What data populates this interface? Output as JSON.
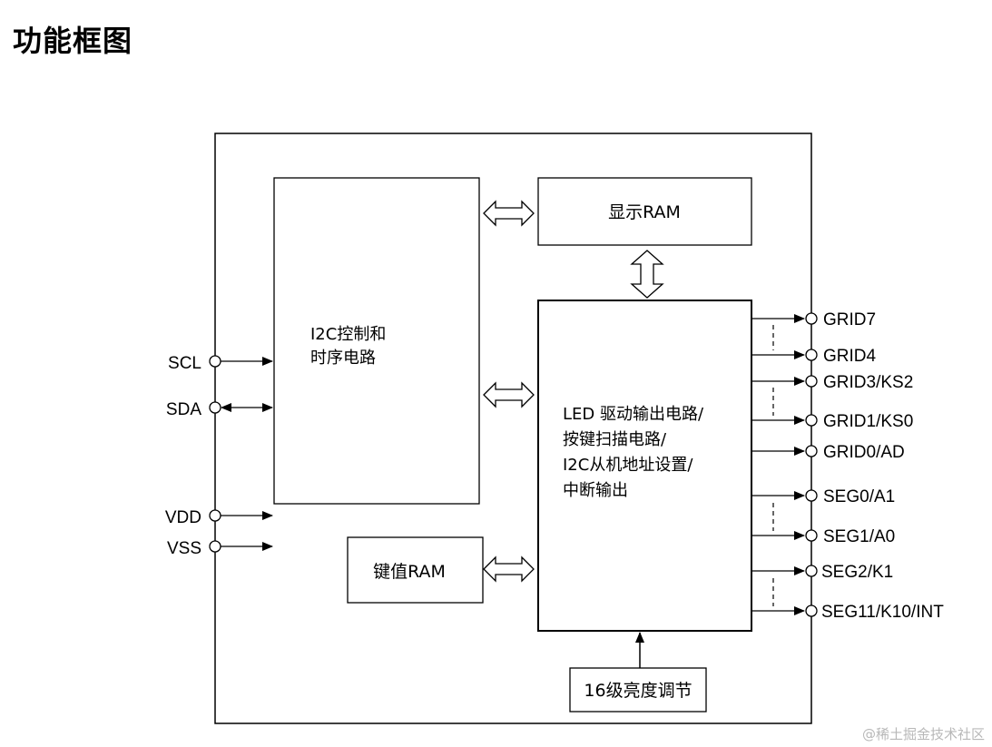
{
  "title": "功能框图",
  "blocks": {
    "i2c_ctrl": [
      "I2C控制和",
      "时序电路"
    ],
    "display_ram": "显示RAM",
    "led_driver": [
      "LED 驱动输出电路/",
      "按键扫描电路/",
      "I2C从机地址设置/",
      "中断输出"
    ],
    "key_ram": "键值RAM",
    "brightness": "16级亮度调节"
  },
  "left_pins": [
    "SCL",
    "SDA",
    "VDD",
    "VSS"
  ],
  "right_pins": [
    "GRID7",
    "GRID4",
    "GRID3/KS2",
    "GRID1/KS0",
    "GRID0/AD",
    "SEG0/A1",
    "SEG1/A0",
    "SEG2/K1",
    "SEG11/K10/INT"
  ],
  "watermark": "@稀土掘金技术社区"
}
